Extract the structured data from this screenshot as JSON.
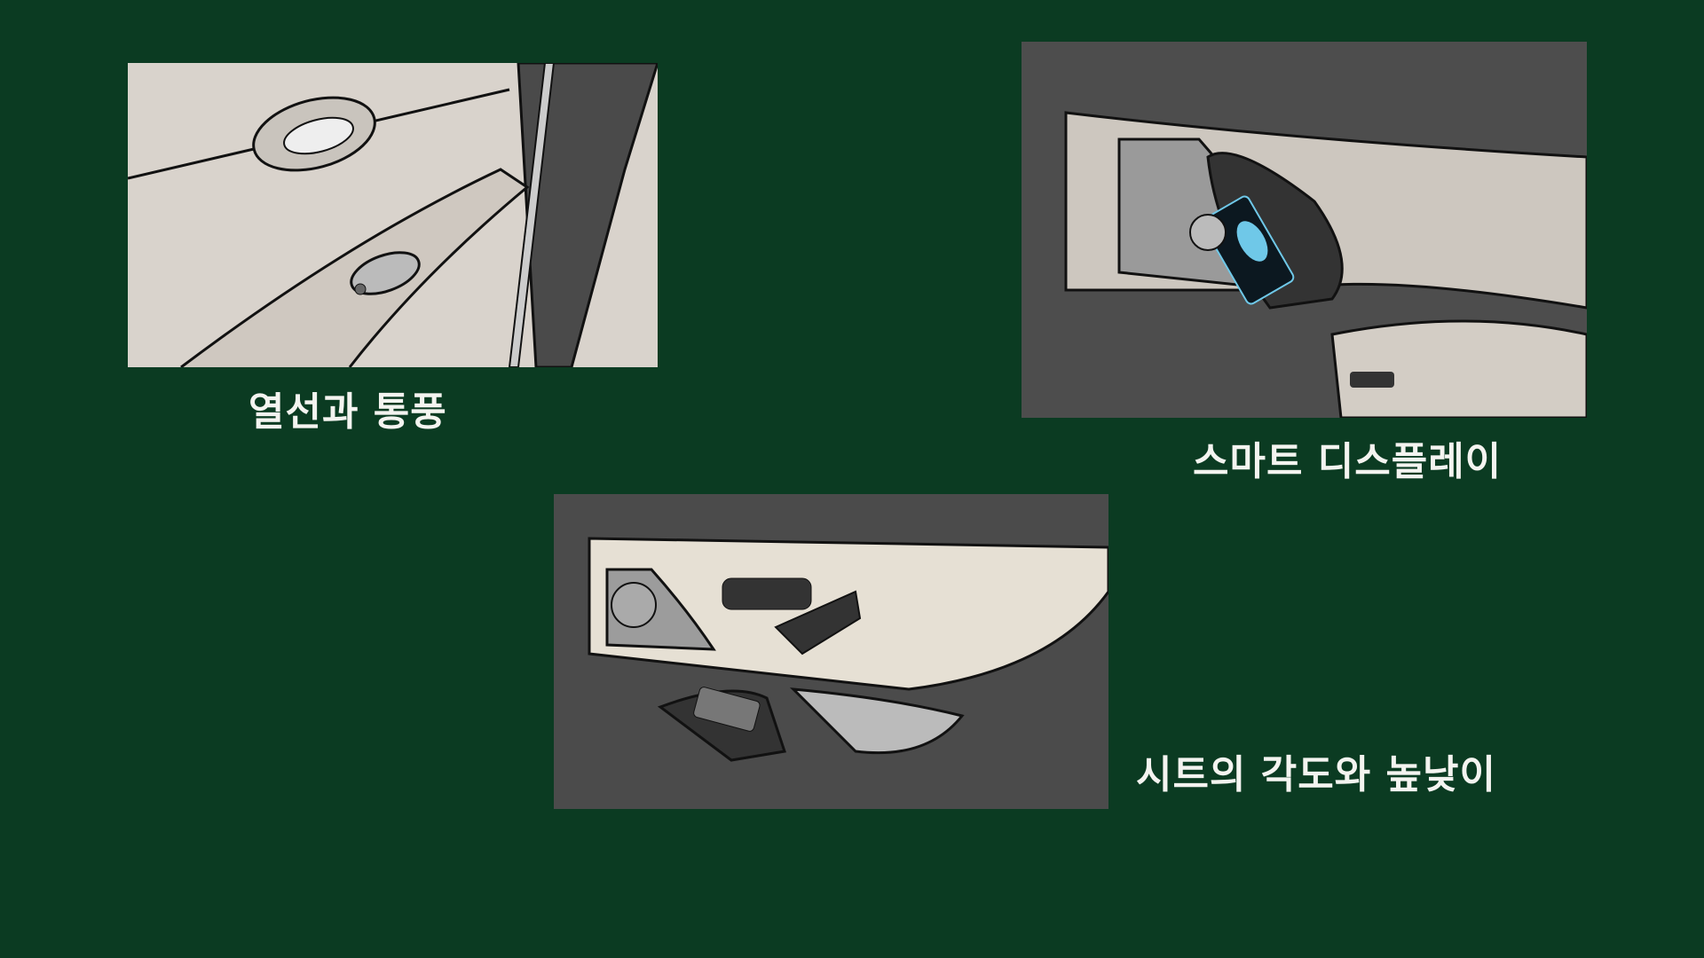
{
  "panels": [
    {
      "caption": "열선과 통풍"
    },
    {
      "caption": "스마트 디스플레이"
    },
    {
      "caption": "시트의 각도와 높낮이"
    }
  ],
  "colors": {
    "background": "#0b3b22",
    "caption": "#f4f4f0"
  }
}
